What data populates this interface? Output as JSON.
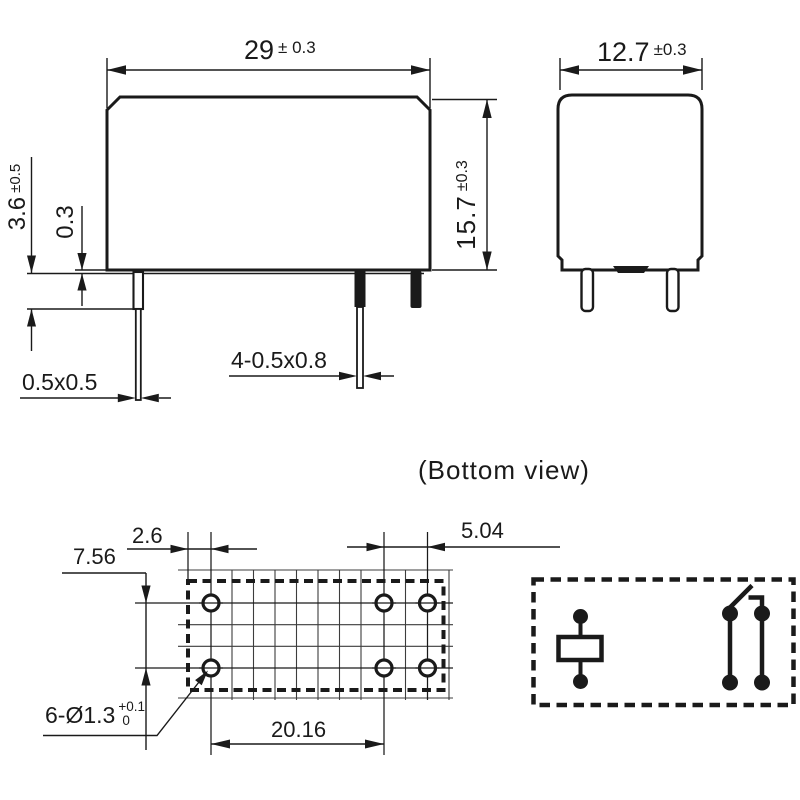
{
  "colors": {
    "ink": "#1a1a1a",
    "grid-line": "#3d3d3d",
    "background": "#ffffff"
  },
  "caption": "(Bottom view)",
  "front_view": {
    "width_dim": {
      "value": "29",
      "tol": "± 0.3"
    },
    "height_dim": {
      "value": "15.7",
      "tol": "±0.3"
    },
    "shoulder_dim": {
      "value": "3.6",
      "tol": "±0.5"
    },
    "standoff_dim": {
      "value": "0.3"
    },
    "coil_pin_dim": {
      "value": "0.5x0.5"
    },
    "contact_pin_dim": {
      "value": "4-0.5x0.8"
    }
  },
  "side_view": {
    "width_dim": {
      "value": "12.7",
      "tol": "±0.3"
    }
  },
  "bottom_view": {
    "edge_to_hole_dim": {
      "value": "2.6"
    },
    "hole_pitch_dim": {
      "value": "5.04"
    },
    "row_pitch_dim": {
      "value": "7.56"
    },
    "span_dim": {
      "value": "20.16"
    },
    "hole_callout": {
      "value": "6-Ø1.3",
      "tol_upper": "+0.1",
      "tol_lower": "0"
    }
  }
}
